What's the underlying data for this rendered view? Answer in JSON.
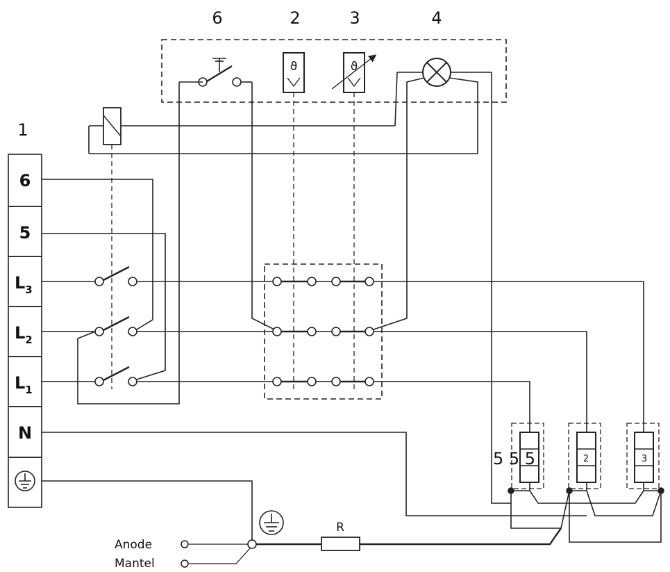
{
  "component_labels": {
    "terminal_block": "1",
    "thermostat": "2",
    "adjustable_thermostat": "3",
    "indicator_lamp": "4",
    "push_switch": "6"
  },
  "terminals": [
    {
      "main": "6",
      "sub": ""
    },
    {
      "main": "5",
      "sub": ""
    },
    {
      "main": "L",
      "sub": "3"
    },
    {
      "main": "L",
      "sub": "2"
    },
    {
      "main": "L",
      "sub": "1"
    },
    {
      "main": "N",
      "sub": ""
    }
  ],
  "symbols": {
    "thermostat_glyph": "ϑ"
  },
  "heaters": {
    "left_label": "5 5 5",
    "middle_label": "2",
    "right_label": "3"
  },
  "resistor_label": "R",
  "bottom_labels": {
    "anode": "Anode",
    "mantel": "Mantel"
  }
}
